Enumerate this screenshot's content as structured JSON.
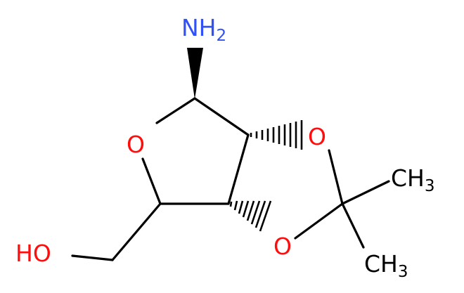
{
  "molecule": {
    "atoms": {
      "amine": {
        "main": "NH",
        "sub": "2",
        "color": "#3050f8"
      },
      "ring_oxygen": {
        "main": "O",
        "color": "#ff0d0d"
      },
      "dioxolane_oxygen_1": {
        "main": "O",
        "color": "#ff0d0d"
      },
      "dioxolane_oxygen_2": {
        "main": "O",
        "color": "#ff0d0d"
      },
      "hydroxyl": {
        "main": "HO",
        "color": "#ff0d0d"
      },
      "methyl_1": {
        "main": "CH",
        "sub": "3",
        "color": "#000000"
      },
      "methyl_2": {
        "main": "CH",
        "sub": "3",
        "color": "#000000"
      }
    },
    "stereo_bonds": {
      "to_amine": "wedge",
      "c3a_to_o": "hash",
      "c6a_to_o": "hash"
    }
  }
}
